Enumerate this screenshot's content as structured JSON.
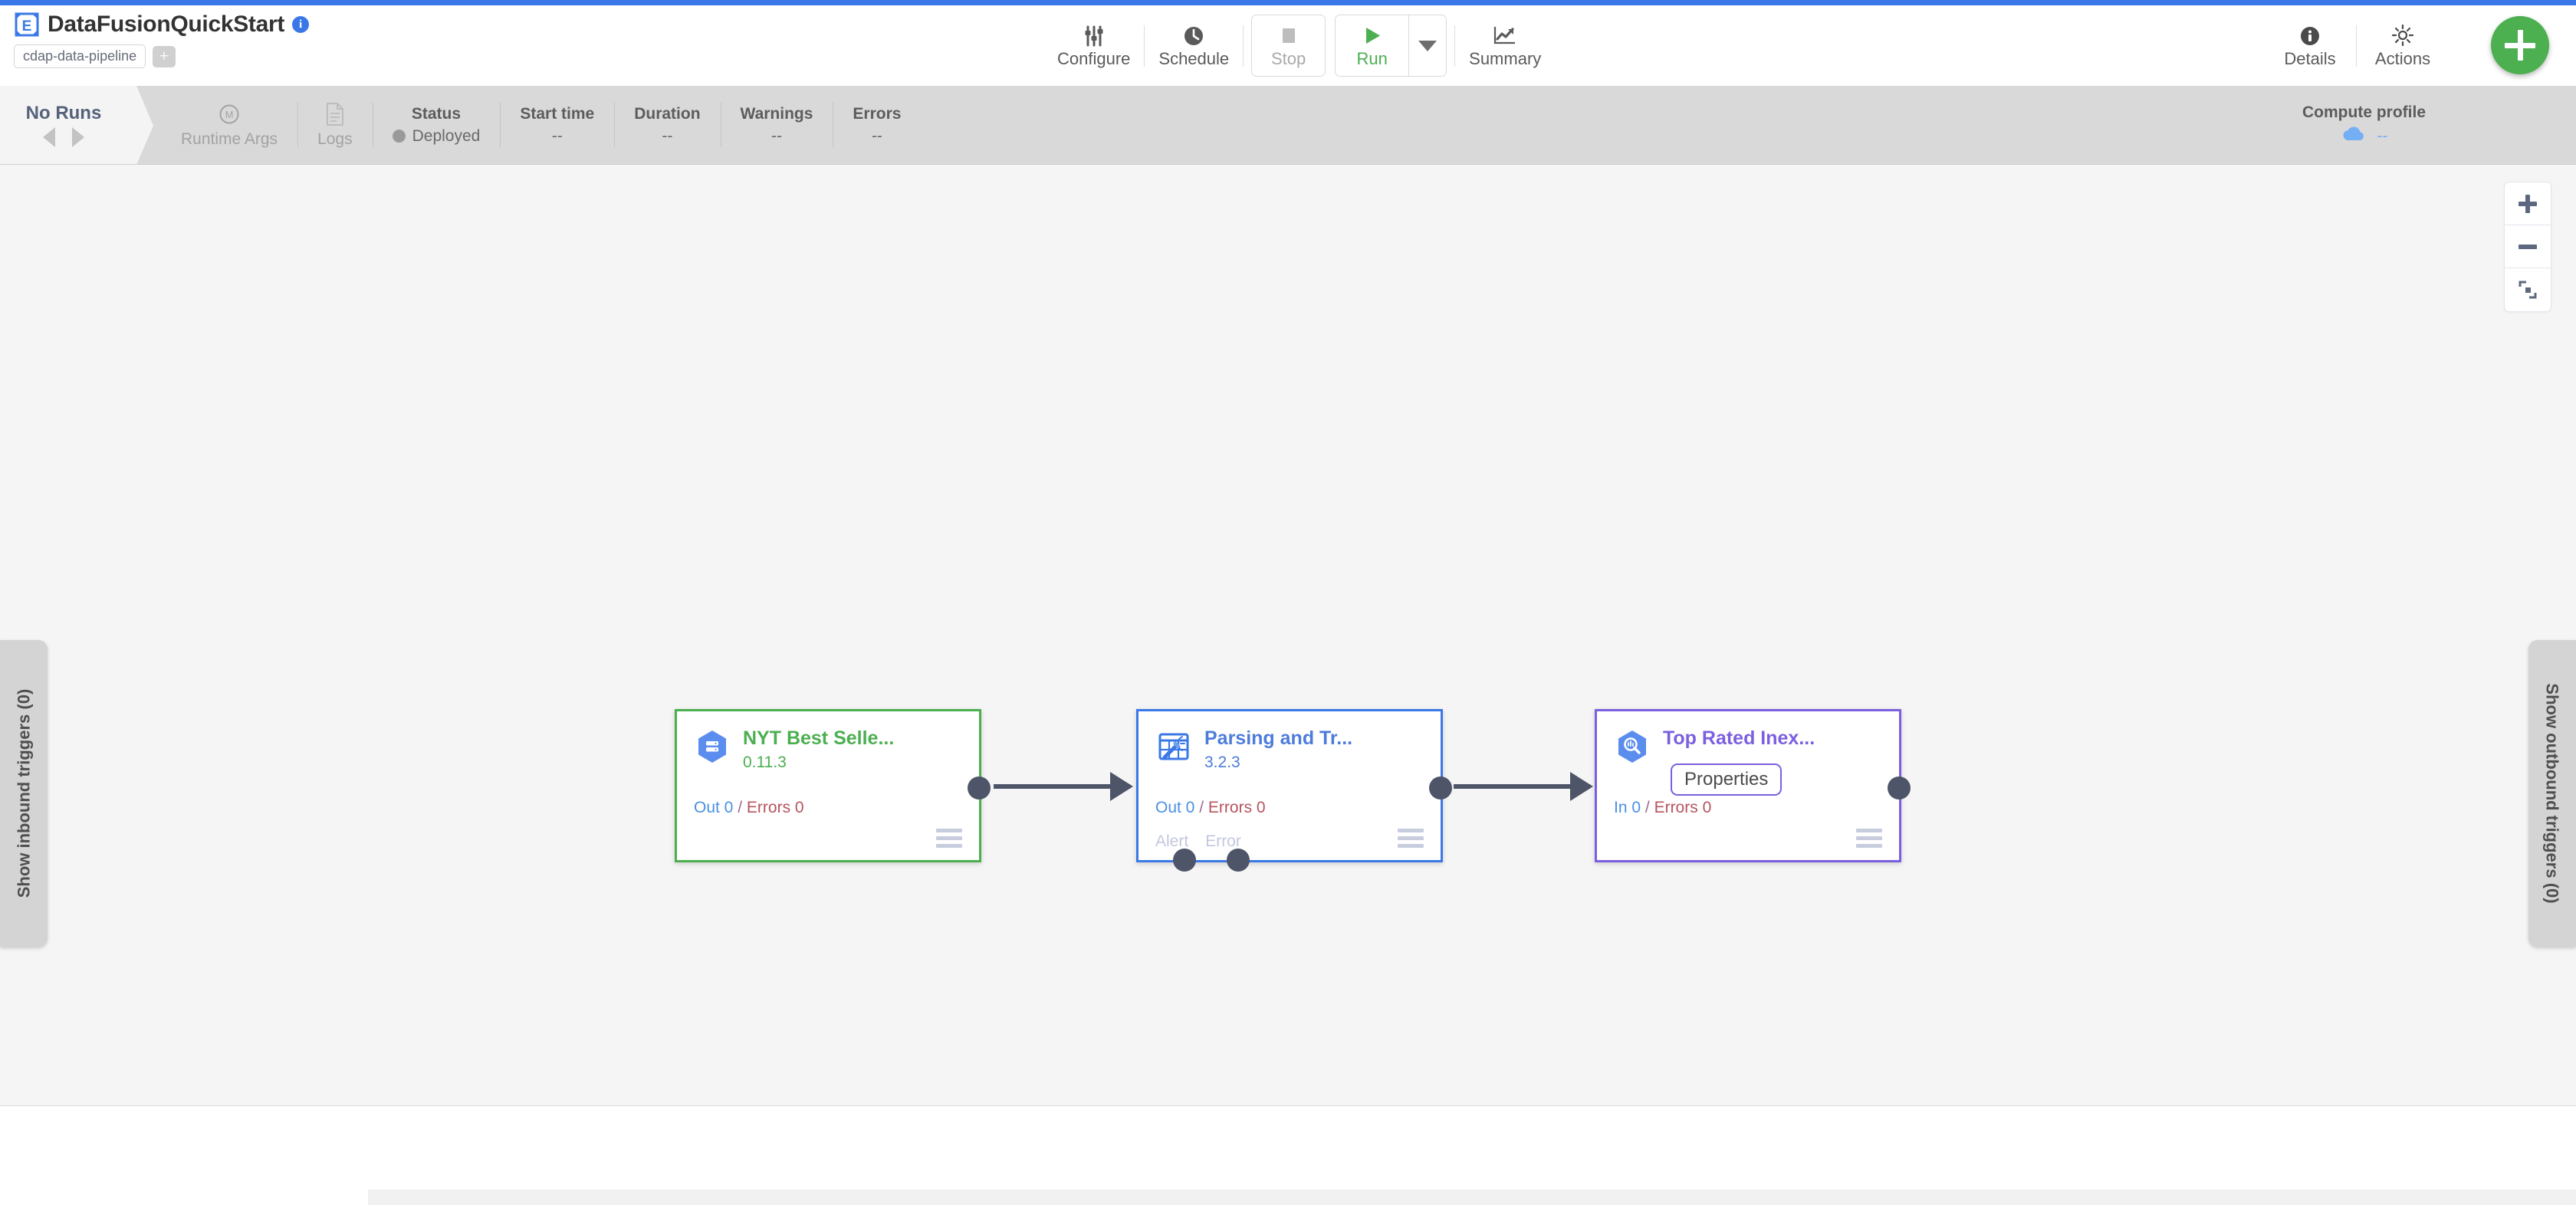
{
  "header": {
    "logo_icon": "cdap-logo-icon",
    "pipeline_title": "DataFusionQuickStart",
    "info_icon": "info-icon",
    "artifact_chip": "cdap-data-pipeline",
    "add_chip_label": "+",
    "toolbar": [
      {
        "name": "configure",
        "label": "Configure",
        "icon": "sliders-icon",
        "state": "enabled"
      },
      {
        "name": "schedule",
        "label": "Schedule",
        "icon": "clock-icon",
        "state": "enabled"
      },
      {
        "name": "stop",
        "label": "Stop",
        "icon": "stop-square-icon",
        "state": "disabled"
      },
      {
        "name": "run",
        "label": "Run",
        "icon": "play-triangle-icon",
        "state": "enabled"
      },
      {
        "name": "summary",
        "label": "Summary",
        "icon": "chart-line-icon",
        "state": "enabled"
      }
    ],
    "run_dropdown_icon": "chevron-down-icon",
    "right_actions": [
      {
        "name": "details",
        "label": "Details",
        "icon": "info-circle-icon"
      },
      {
        "name": "actions",
        "label": "Actions",
        "icon": "gear-icon"
      }
    ],
    "fab_label": "+"
  },
  "status_strip": {
    "runs_title": "No Runs",
    "prev_icon": "chevron-left-icon",
    "next_icon": "chevron-right-icon",
    "runtime_args": {
      "label": "Runtime Args",
      "icon": "macro-m-icon"
    },
    "logs": {
      "label": "Logs",
      "icon": "document-icon"
    },
    "metrics": [
      {
        "name": "status",
        "label": "Status",
        "value": "Deployed",
        "has_dot": true
      },
      {
        "name": "start-time",
        "label": "Start time",
        "value": "--",
        "has_dot": false
      },
      {
        "name": "duration",
        "label": "Duration",
        "value": "--",
        "has_dot": false
      },
      {
        "name": "warnings",
        "label": "Warnings",
        "value": "--",
        "has_dot": false
      },
      {
        "name": "errors",
        "label": "Errors",
        "value": "--",
        "has_dot": false
      }
    ],
    "compute_profile": {
      "label": "Compute profile",
      "value": "--",
      "icon": "cloud-icon"
    }
  },
  "canvas": {
    "zoom_in_icon": "plus-icon",
    "zoom_out_icon": "minus-icon",
    "fit_icon": "fit-to-screen-icon",
    "inbound_triggers": "Show inbound triggers (0)",
    "outbound_triggers": "Show outbound triggers (0)",
    "nodes": [
      {
        "id": "source",
        "name": "NYT Best Selle...",
        "version": "0.11.3",
        "icon": "bigquery-source-icon",
        "accent": "#4caf50",
        "metrics_prefix": "Out 0",
        "metrics_sep": "/",
        "metrics_errors": "Errors 0",
        "port_labels": []
      },
      {
        "id": "transform",
        "name": "Parsing and Tr...",
        "version": "3.2.3",
        "icon": "wrangler-transform-icon",
        "accent": "#3b78e7",
        "metrics_prefix": "Out 0",
        "metrics_sep": "/",
        "metrics_errors": "Errors 0",
        "port_labels": [
          "Alert",
          "Error"
        ]
      },
      {
        "id": "sink",
        "name": "Top Rated Inex...",
        "version": "",
        "icon": "bigquery-sink-icon",
        "accent": "#7b5fe0",
        "properties_label": "Properties",
        "metrics_prefix": "In 0",
        "metrics_sep": "/",
        "metrics_errors": "Errors 0",
        "port_labels": []
      }
    ]
  },
  "colors": {
    "brand_blue": "#3b78e7",
    "green": "#4caf50",
    "purple": "#7b5fe0",
    "node_port": "#4e5568",
    "error_red": "#b5545f",
    "metric_blue": "#4a90e2"
  }
}
